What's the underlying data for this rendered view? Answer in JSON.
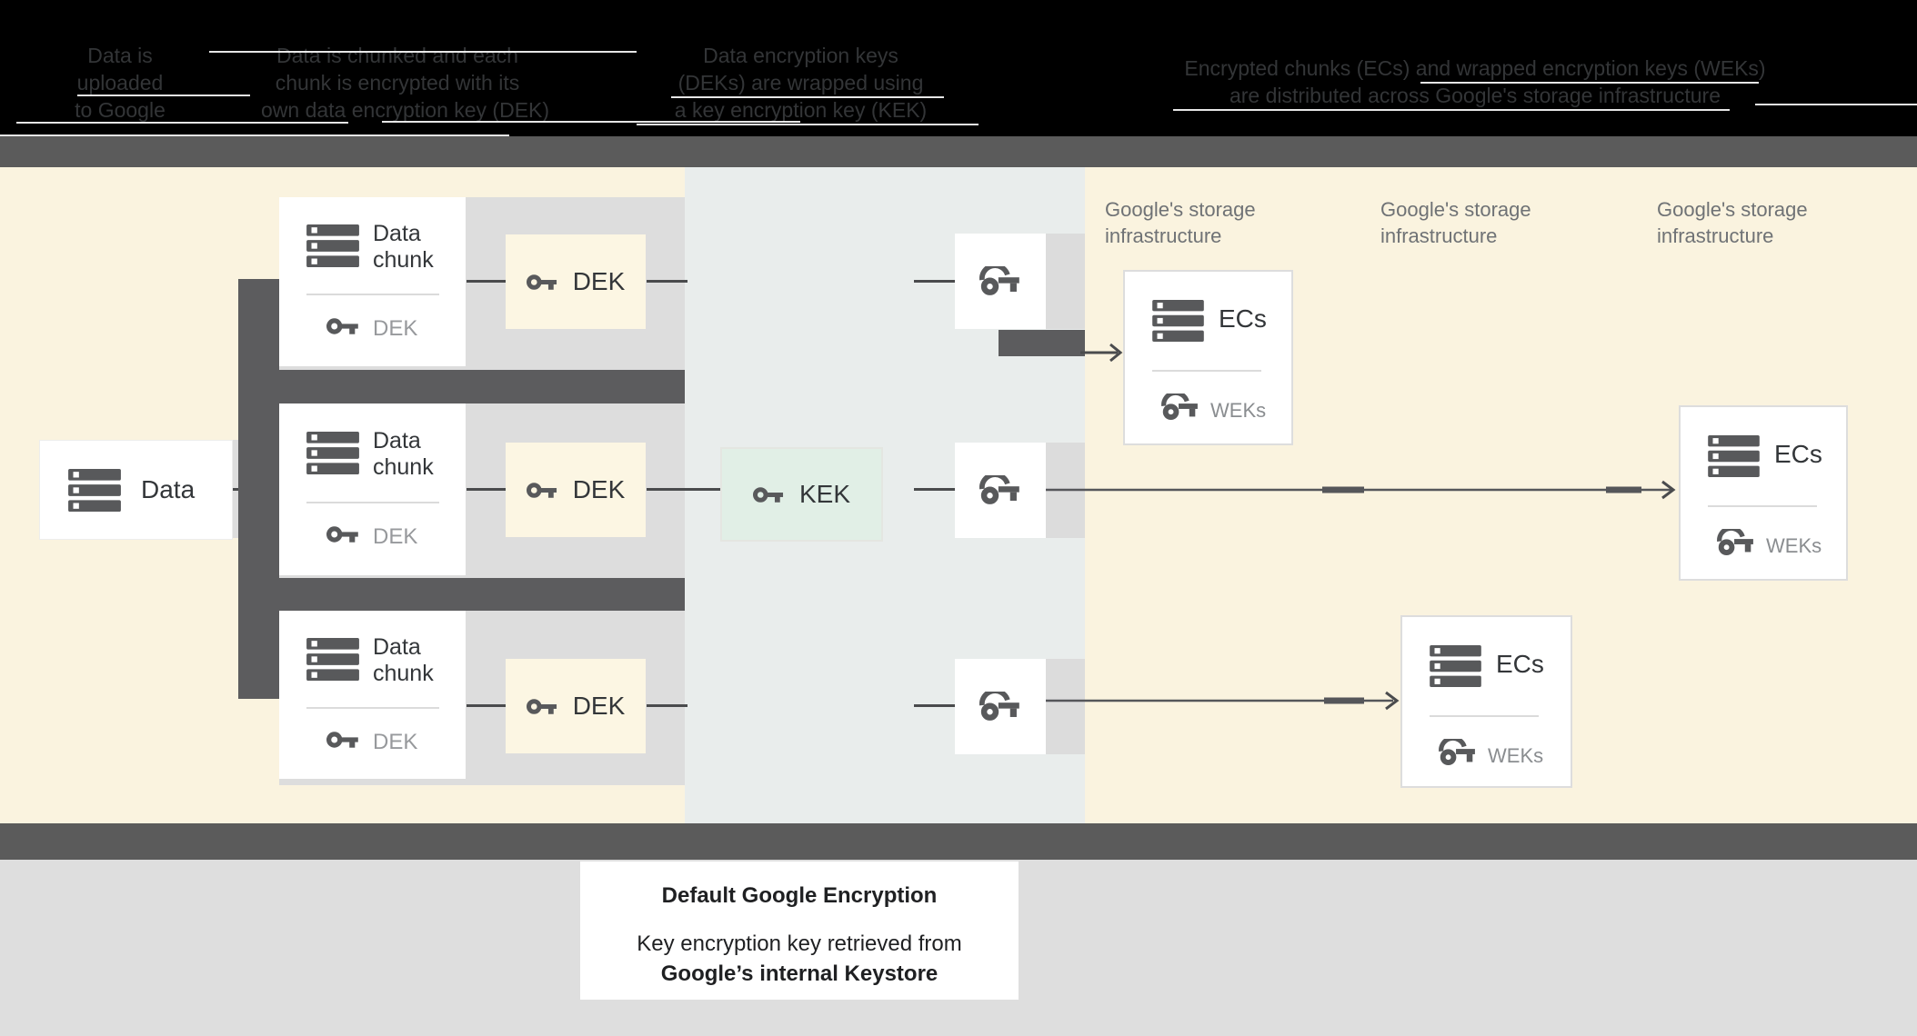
{
  "figure": {
    "steps": [
      {
        "lines": [
          "Data is",
          "uploaded",
          "to Google"
        ]
      },
      {
        "lines": [
          "Data is chunked and each",
          "chunk is encrypted with its",
          "own data encryption key (DEK)"
        ]
      },
      {
        "lines": [
          "Data encryption keys",
          "(DEKs) are wrapped using",
          "a key encryption key (KEK)"
        ]
      },
      {
        "lines": [
          "Encrypted chunks (ECs) and wrapped encryption keys (WEKs)",
          "are distributed across Google's storage infrastructure"
        ]
      }
    ],
    "storage_label": "Google's storage infrastructure",
    "nodes": {
      "data": "Data",
      "data_chunk": "Data chunk",
      "dek": "DEK",
      "kek": "KEK",
      "ecs": "ECs",
      "weks": "WEKs"
    },
    "caption": {
      "title": "Default Google Encryption",
      "line1": "Key encryption key retrieved from",
      "line2": "Google’s internal Keystore"
    },
    "colors": {
      "background_yellow": "#FAF3DF",
      "middle_panel": "#E9EDEC",
      "kek_green": "#E1EFE6",
      "dek_cream": "#FCF6E3",
      "dark_gray": "#5C5C5E",
      "light_gray": "#DDDDDD",
      "header_black": "#000000"
    }
  }
}
